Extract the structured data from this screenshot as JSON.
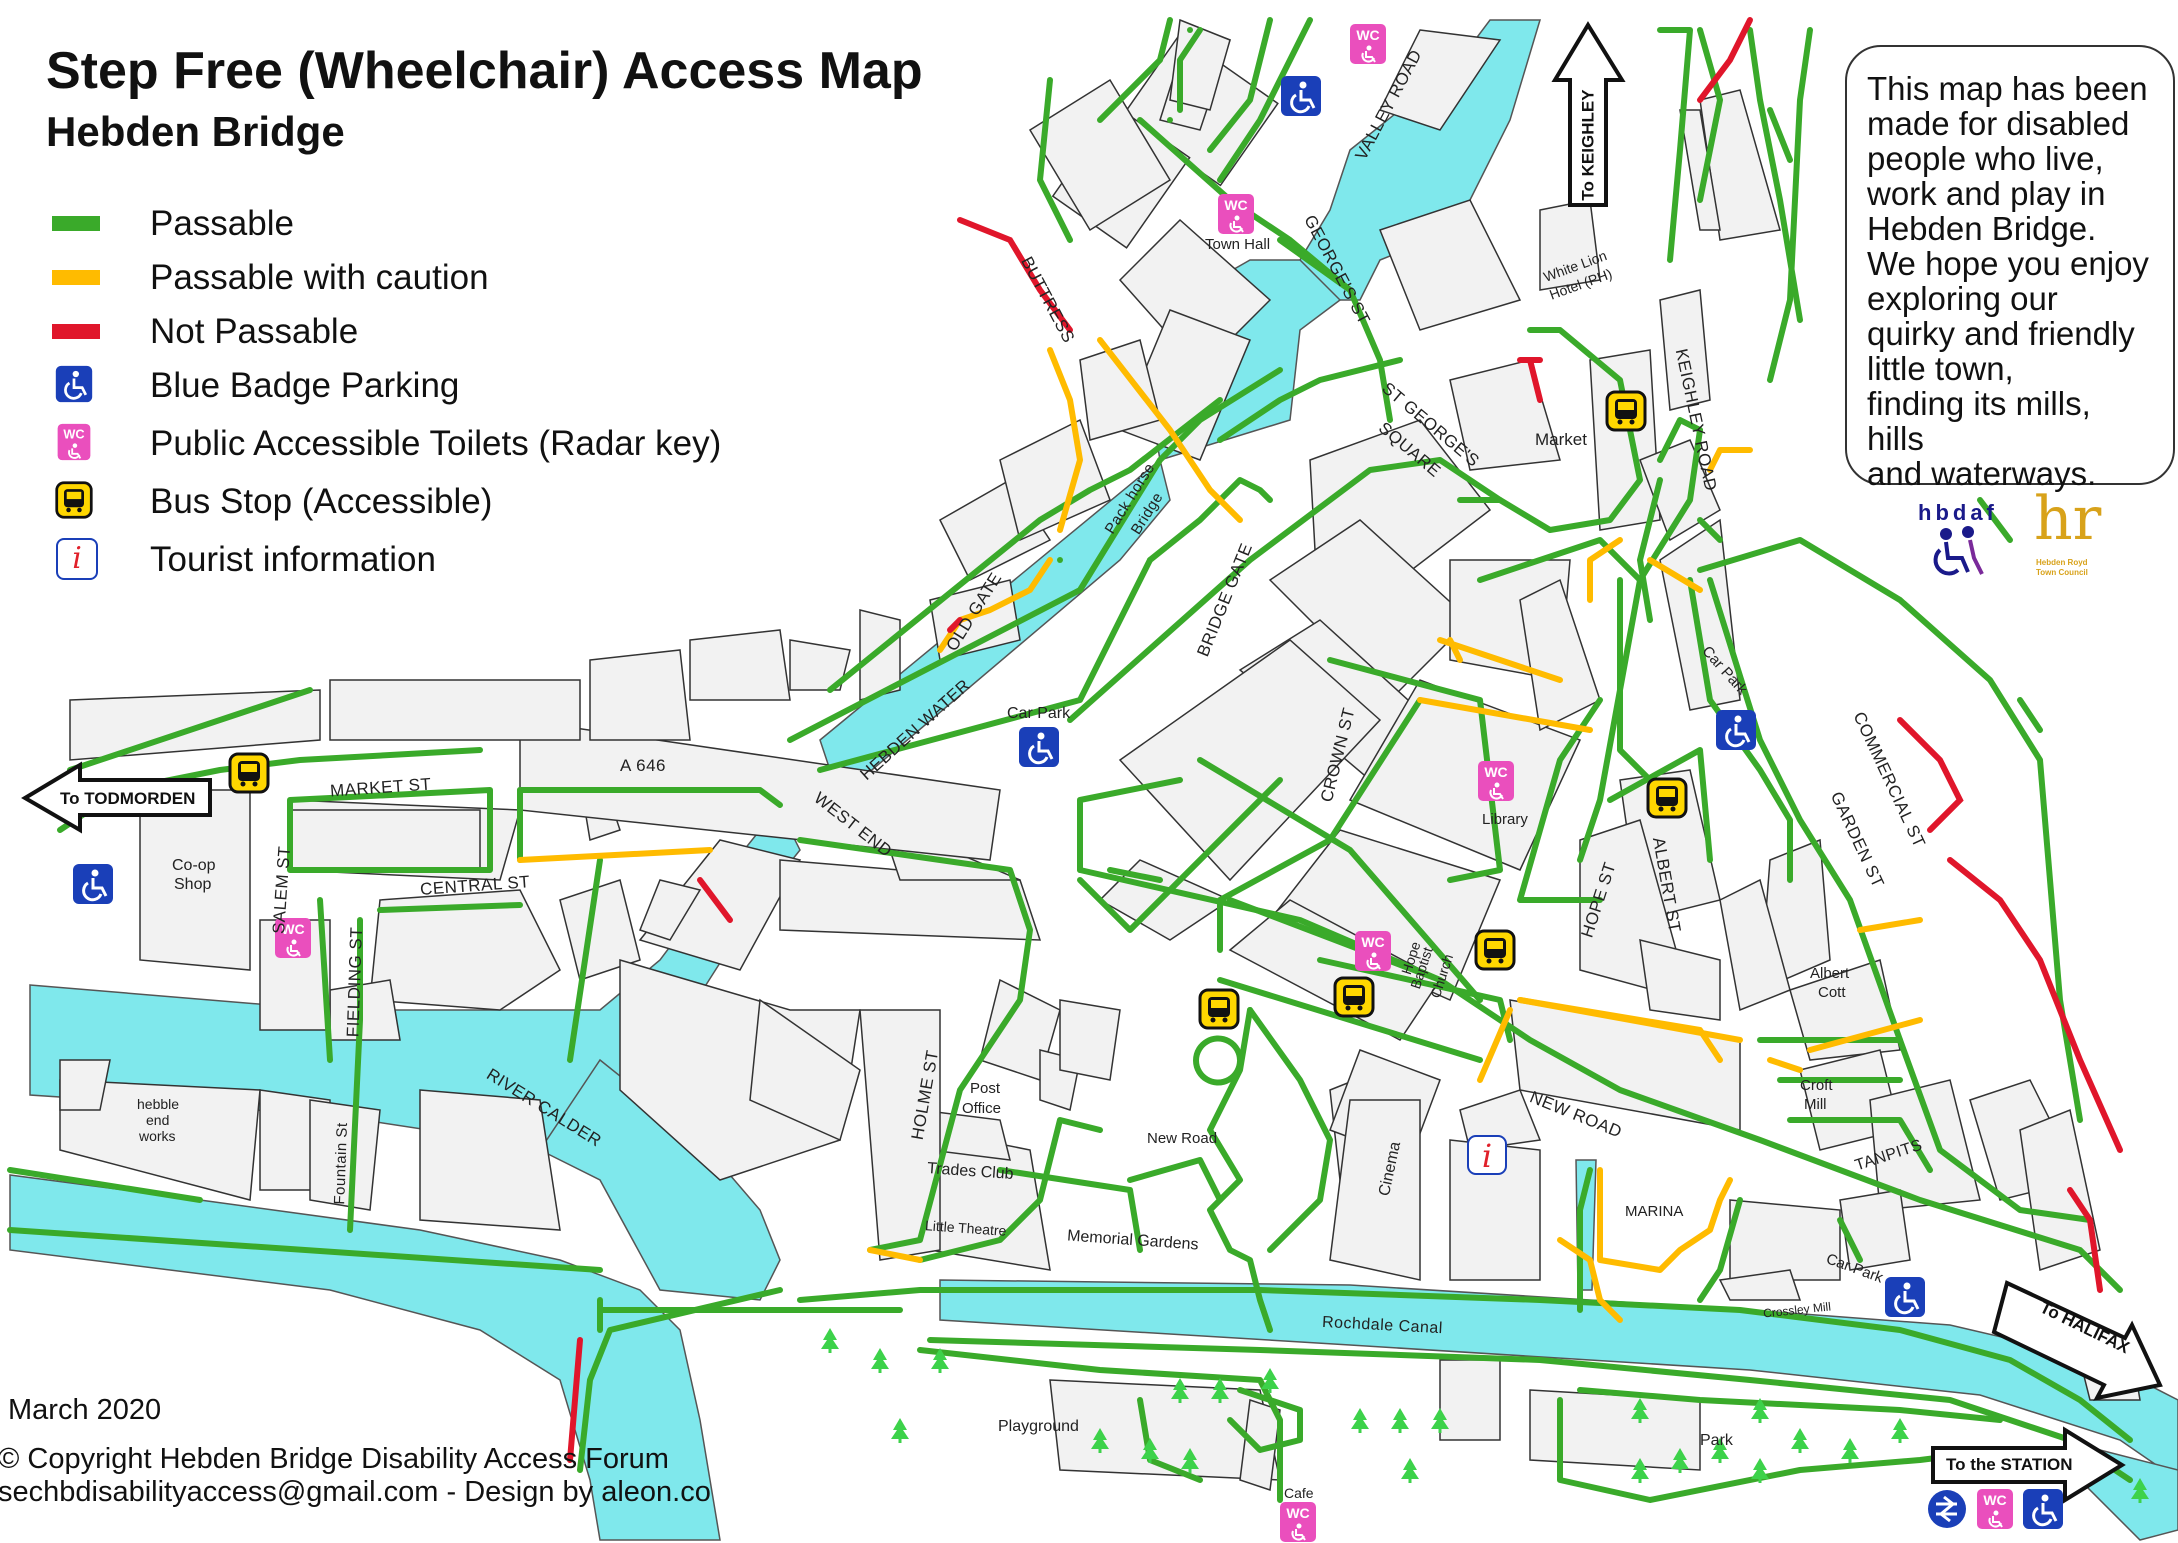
{
  "map": {
    "title": "Step Free (Wheelchair) Access Map",
    "subtitle": "Hebden Bridge",
    "colors": {
      "passable": "#3aaa2a",
      "caution": "#ffbb00",
      "not_passable": "#e0162b",
      "water": "#7fe8ec",
      "building": "#f2f2f2",
      "parking": "#1a3fb8",
      "toilet": "#ea4fbd",
      "bus": "#ffd700"
    },
    "legend": [
      {
        "label": "Passable",
        "icon": "green-line"
      },
      {
        "label": "Passable with caution",
        "icon": "amber-line"
      },
      {
        "label": "Not Passable",
        "icon": "red-line"
      },
      {
        "label": "Blue Badge Parking",
        "icon": "wheelchair-icon"
      },
      {
        "label": "Public Accessible Toilets (Radar key)",
        "icon": "wc-icon"
      },
      {
        "label": "Bus Stop (Accessible)",
        "icon": "bus-icon"
      },
      {
        "label": "Tourist information",
        "icon": "info-icon"
      }
    ],
    "icon_text": {
      "wc": "WC",
      "info": "i"
    },
    "info_box": [
      "This map has been",
      "made for disabled",
      "people who live,",
      "work and play in",
      "Hebden Bridge.",
      "We hope you enjoy",
      "exploring our",
      "quirky and friendly",
      "little town,",
      "finding its mills, hills",
      "and waterways."
    ],
    "logos": {
      "hbdaf": "hbdaf",
      "hr": "hr",
      "hr_caption_1": "Hebden Royd",
      "hr_caption_2": "Town Council"
    },
    "footer": {
      "date": "March 2020",
      "copyright": "© Copyright Hebden Bridge Disability Access Forum",
      "contact": "sechbdisabilityaccess@gmail.com - Design by aleon.co"
    },
    "directions": {
      "keighley": "To KEIGHLEY",
      "todmorden": "To TODMORDEN",
      "halifax": "To HALIFAX",
      "station": "To the STATION"
    },
    "streets": {
      "valley_road": "VALLEY ROAD",
      "georges_st": "GEORGE'S ST",
      "buttress": "BUTTRESS",
      "st_georges_square": "ST GEORGE'S",
      "square": "SQUARE",
      "keighley_road": "KEIGHLEY ROAD",
      "old_gate": "OLD GATE",
      "bridge_gate": "BRIDGE GATE",
      "hebden_water": "HEBDEN WATER",
      "pack_horse_1": "Pack horse",
      "pack_horse_2": "Bridge",
      "market_st": "MARKET ST",
      "a646": "A 646",
      "west_end": "WEST END",
      "crown_st": "CROWN ST",
      "commercial_st": "COMMERCIAL ST",
      "garden_st": "GARDEN ST",
      "albert_st": "ALBERT ST",
      "hope_st": "HOPE ST",
      "salem_st": "SALEM ST",
      "central_st": "CENTRAL ST",
      "fielding_st": "FIELDING ST",
      "river_calder": "RIVER CALDER",
      "fountain_st": "Fountain St",
      "holme_st": "HOLME ST",
      "new_road": "NEW ROAD",
      "tanpits": "TANPITS",
      "rochdale_canal": "Rochdale Canal"
    },
    "places": {
      "town_hall": "Town Hall",
      "white_lion_1": "White Lion",
      "white_lion_2": "Hotel (PH)",
      "market": "Market",
      "car_park": "Car Park",
      "car_park_2": "Car Park",
      "car_park_3": "Car Park",
      "library": "Library",
      "coop_1": "Co-op",
      "coop_2": "Shop",
      "hope_baptist_1": "Hope",
      "hope_baptist_2": "Baptist",
      "hope_baptist_3": "Church",
      "albert_cott_1": "Albert",
      "albert_cott_2": "Cott",
      "croft_mill_1": "Croft",
      "croft_mill_2": "Mill",
      "post_office_1": "Post",
      "post_office_2": "Office",
      "trades_club": "Trades Club",
      "little_theatre": "Little Theatre",
      "new_road_gardens": "New Road",
      "memorial_gardens": "Memorial Gardens",
      "cinema": "Cinema",
      "marina": "MARINA",
      "crossley_mill": "Crossley Mill",
      "hebble_1": "hebble",
      "hebble_2": "end",
      "hebble_3": "works",
      "playground": "Playground",
      "cafe": "Cafe",
      "park": "Park"
    }
  }
}
